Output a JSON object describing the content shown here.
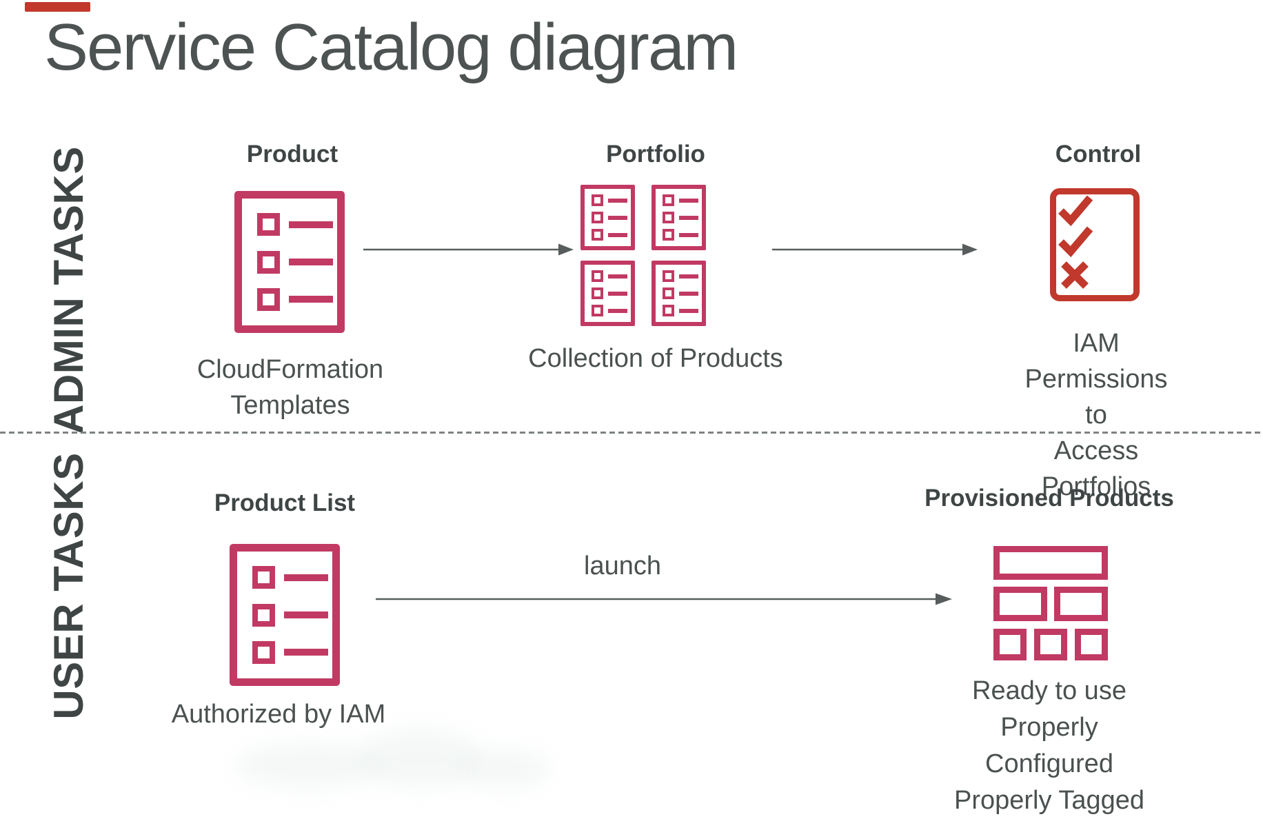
{
  "page": {
    "title": "Service Catalog diagram"
  },
  "colors": {
    "crimson": "#c13a63",
    "control_red": "#c0392c",
    "heading_text": "#3f4545",
    "body_text": "#4a5150",
    "title_text": "#4d5352",
    "arrow": "#575d5d",
    "accent_bar": "#c0392c",
    "divider": "#7d8282"
  },
  "admin": {
    "row_label": "ADMIN TASKS",
    "product": {
      "heading": "Product",
      "icon": "product-list-icon",
      "caption": "CloudFormation\nTemplates"
    },
    "portfolio": {
      "heading": "Portfolio",
      "icon": "portfolio-grid-icon",
      "caption": "Collection of Products"
    },
    "control": {
      "heading": "Control",
      "icon": "checklist-icon",
      "caption": "IAM Permissions to\nAccess Portfolios"
    }
  },
  "user": {
    "row_label": "USER TASKS",
    "product_list": {
      "heading": "Product List",
      "icon": "product-list-icon",
      "caption": "Authorized by IAM"
    },
    "launch_label": "launch",
    "provisioned": {
      "heading": "Provisioned Products",
      "icon": "provisioned-bricks-icon",
      "caption": "Ready to use\nProperly Configured\nProperly Tagged"
    }
  }
}
